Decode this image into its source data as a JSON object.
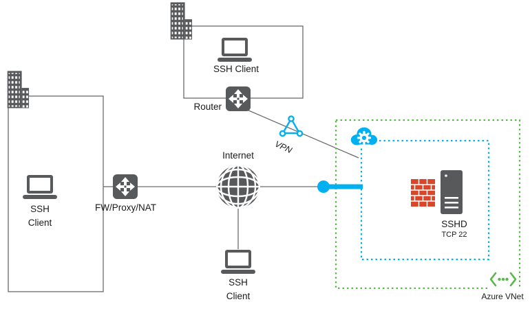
{
  "diagram": {
    "nodes": {
      "top_ssh_client": {
        "label": "SSH Client"
      },
      "router": {
        "label": "Router"
      },
      "left_ssh_client": {
        "label": "SSH Client"
      },
      "firewall_proxy_nat": {
        "label": "FW/Proxy/NAT"
      },
      "internet": {
        "label": "Internet"
      },
      "bottom_ssh_client": {
        "label": "SSH Client"
      },
      "vpn": {
        "label": "VPN"
      },
      "sshd": {
        "label": "SSHD",
        "port": "TCP 22"
      },
      "azure_vnet": {
        "label": "Azure VNet"
      }
    },
    "edges": [
      {
        "from": "top_ssh_client_box",
        "to": "router"
      },
      {
        "from": "router",
        "to": "azure_vnet_boundary",
        "label": "VPN"
      },
      {
        "from": "left_ssh_client_box",
        "to": "firewall_proxy_nat"
      },
      {
        "from": "firewall_proxy_nat",
        "to": "internet"
      },
      {
        "from": "internet",
        "to": "tunnel_endpoint"
      },
      {
        "from": "tunnel_endpoint",
        "to": "subnet_boundary"
      },
      {
        "from": "internet",
        "to": "bottom_ssh_client"
      }
    ],
    "colors": {
      "icon_gray": "#58595b",
      "line_gray": "#6a6a6a",
      "azure_blue": "#00b0f0",
      "vnet_green": "#57b947",
      "firewall_red": "#d9472b",
      "text": "#1a1a1a"
    }
  }
}
